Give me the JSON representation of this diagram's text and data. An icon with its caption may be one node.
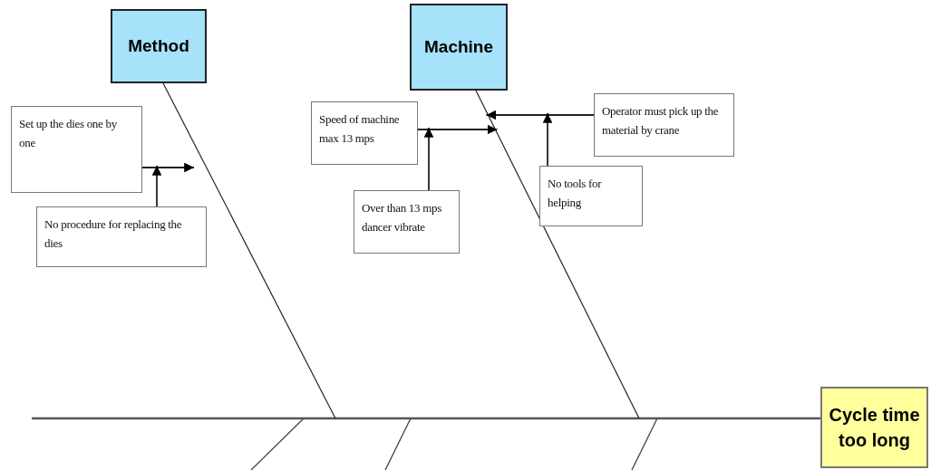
{
  "diagram": {
    "nodes": [
      {
        "text": [
          "Method"
        ]
      },
      {
        "text": [
          "Machine"
        ]
      },
      {
        "text": [
          "Set up the dies one by one"
        ]
      },
      {
        "text": [
          "No procedure for replacing the dies"
        ]
      },
      {
        "text": [
          "Speed of machine max 13 mps"
        ]
      },
      {
        "text": [
          "Over than 13 mps dancer vibrate"
        ]
      },
      {
        "text": [
          "Operator must pick up the material by crane"
        ]
      },
      {
        "text": [
          "No tools for helping"
        ]
      },
      {
        "text": [
          "Cycle time too long"
        ]
      }
    ],
    "edges": [
      {
        "from": null,
        "to": 8,
        "arrow": "none"
      },
      {
        "from": 0,
        "to": null,
        "arrow": "none"
      },
      {
        "from": 1,
        "to": null,
        "arrow": "none"
      },
      {
        "from": 2,
        "to": null,
        "arrow": "to"
      },
      {
        "from": 3,
        "to": 2,
        "arrow": "to"
      },
      {
        "from": 4,
        "to": 1,
        "arrow": "to"
      },
      {
        "from": 5,
        "to": 4,
        "arrow": "to"
      },
      {
        "from": 6,
        "to": 1,
        "arrow": "to"
      },
      {
        "from": 7,
        "to": 6,
        "arrow": "to"
      }
    ]
  }
}
